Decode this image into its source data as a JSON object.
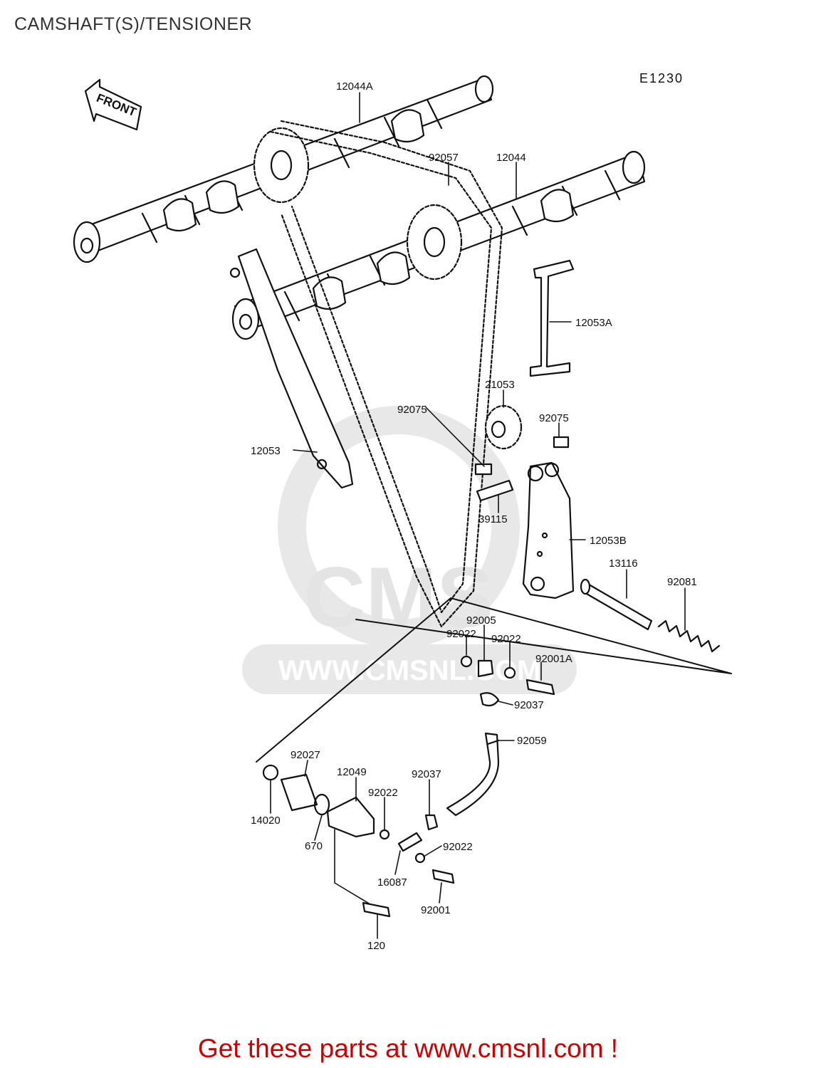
{
  "title": "CAMSHAFT(S)/TENSIONER",
  "diagram_code": "E1230",
  "front_label": "FRONT",
  "watermark": {
    "brand": "CMS",
    "url": "WWW.CMSNL.COM"
  },
  "footer": {
    "text": "Get these parts at www.cmsnl.com !",
    "color": "#cc0000"
  },
  "parts": [
    "12044A",
    "12044",
    "92057",
    "12053A",
    "21053",
    "92075",
    "92075",
    "12053",
    "39115",
    "12053B",
    "13116",
    "92081",
    "92005",
    "92022",
    "92022",
    "92001A",
    "92037",
    "92059",
    "92027",
    "12049",
    "92037",
    "92022",
    "14020",
    "670",
    "92022",
    "16087",
    "92001",
    "120"
  ]
}
